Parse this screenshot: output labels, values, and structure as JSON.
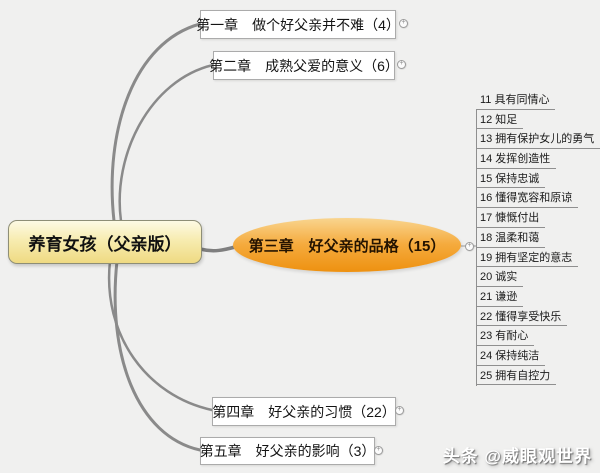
{
  "map": {
    "root": {
      "label": "养育女孩（父亲版）"
    },
    "branches": [
      {
        "label": "第一章　做个好父亲并不难（4）"
      },
      {
        "label": "第二章　成熟父爱的意义（6）"
      },
      {
        "label": "第三章　好父亲的品格（15）"
      },
      {
        "label": "第四章　好父亲的习惯（22）"
      },
      {
        "label": "第五章　好父亲的影响（3）"
      }
    ],
    "chapter3_items": [
      "11 具有同情心",
      "12 知足",
      "13 拥有保护女儿的勇气",
      "14 发挥创造性",
      "15 保持忠诚",
      "16 懂得宽容和原谅",
      "17 慷慨付出",
      "18 温柔和蔼",
      "19 拥有坚定的意志",
      "20 诚实",
      "21 谦逊",
      "22 懂得享受快乐",
      "23 有耐心",
      "24 保持纯洁",
      "25 拥有自控力"
    ]
  },
  "icons": {
    "expand": "+"
  },
  "watermark": {
    "text": "头条 @威眼观世界"
  },
  "colors": {
    "background": "#f0f0ef",
    "root_fill_top": "#fdfae4",
    "root_fill_bottom": "#efda82",
    "ellipse_fill_top": "#f9d58f",
    "ellipse_fill_bottom": "#ee9110",
    "branch_line": "#8a8a8a",
    "box_border": "#ababab"
  }
}
